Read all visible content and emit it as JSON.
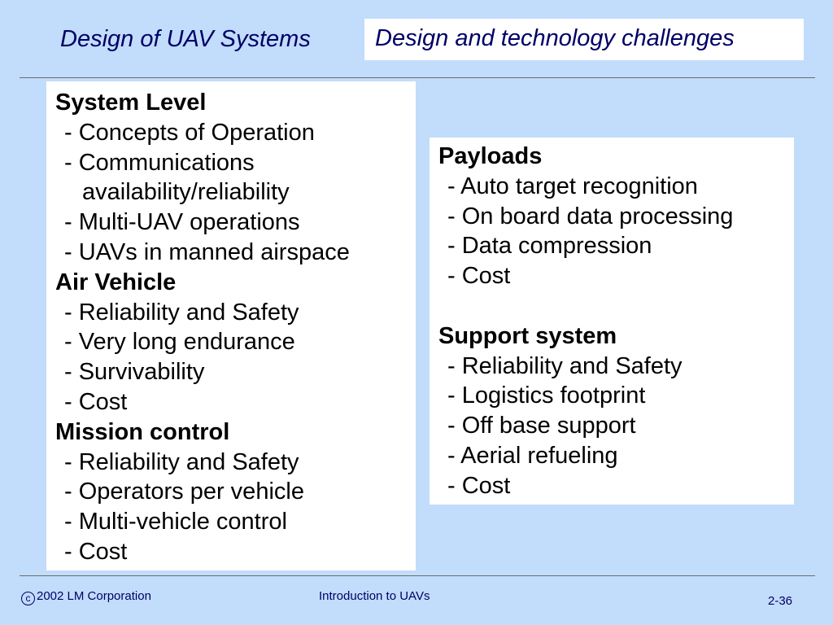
{
  "header": {
    "title": "Design of UAV Systems",
    "subtitle": "Design and technology challenges"
  },
  "left_panel": {
    "sections": [
      {
        "heading": "System Level",
        "items": [
          "- Concepts of Operation",
          "- Communications",
          "availability/reliability",
          "- Multi-UAV operations",
          "- UAVs in manned airspace"
        ]
      },
      {
        "heading": "Air Vehicle",
        "items": [
          "- Reliability and Safety",
          "- Very long endurance",
          "- Survivability",
          "- Cost"
        ]
      },
      {
        "heading": "Mission control",
        "items": [
          "- Reliability and Safety",
          "- Operators  per vehicle",
          "- Multi-vehicle control",
          "- Cost"
        ]
      }
    ]
  },
  "right_panel": {
    "sections": [
      {
        "heading": "Payloads",
        "items": [
          "- Auto target recognition",
          "- On board data processing",
          "- Data compression",
          "- Cost"
        ]
      },
      {
        "heading": "Support system",
        "items": [
          "- Reliability and Safety",
          "- Logistics footprint",
          "- Off base support",
          "- Aerial refueling",
          "- Cost"
        ]
      }
    ]
  },
  "footer": {
    "copyright_symbol": "c",
    "copyright": "2002 LM Corporation",
    "center": "Introduction to UAVs",
    "page": "2-36"
  }
}
